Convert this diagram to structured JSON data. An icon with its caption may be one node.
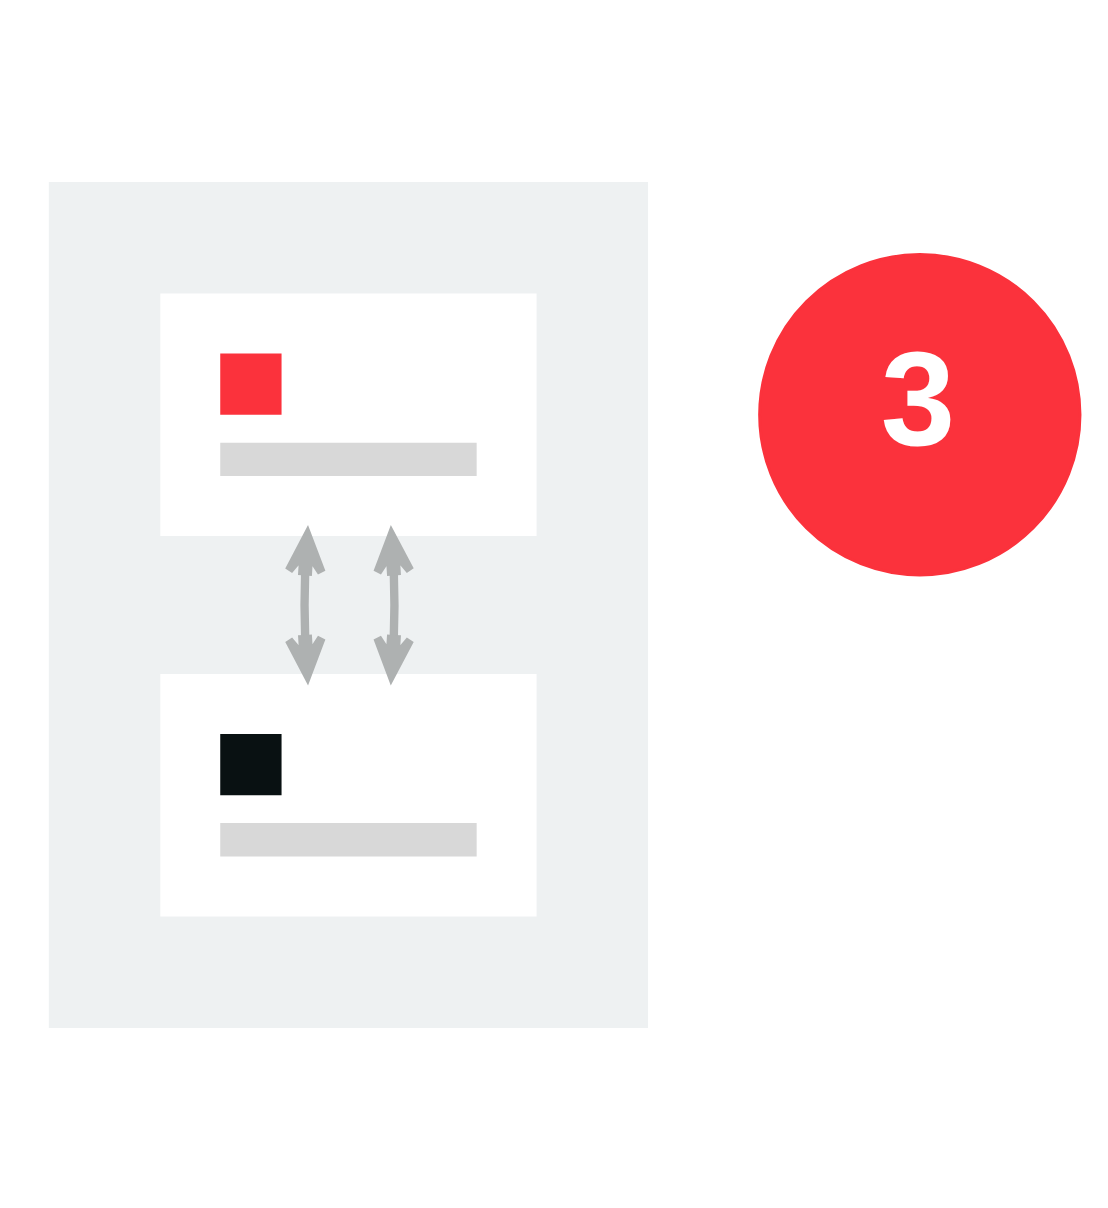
{
  "diagram": {
    "nodes": [
      {
        "text": [],
        "shape": "hexagon"
      },
      {
        "text": [],
        "shape": "box",
        "in": 0
      },
      {
        "text": [],
        "shape": "box",
        "in": 0
      },
      {
        "text": [
          "3"
        ]
      }
    ],
    "edges": [
      {
        "from": 1,
        "to": 2,
        "arrow": "both"
      },
      {
        "from": 2,
        "to": 1,
        "arrow": "both"
      }
    ]
  }
}
